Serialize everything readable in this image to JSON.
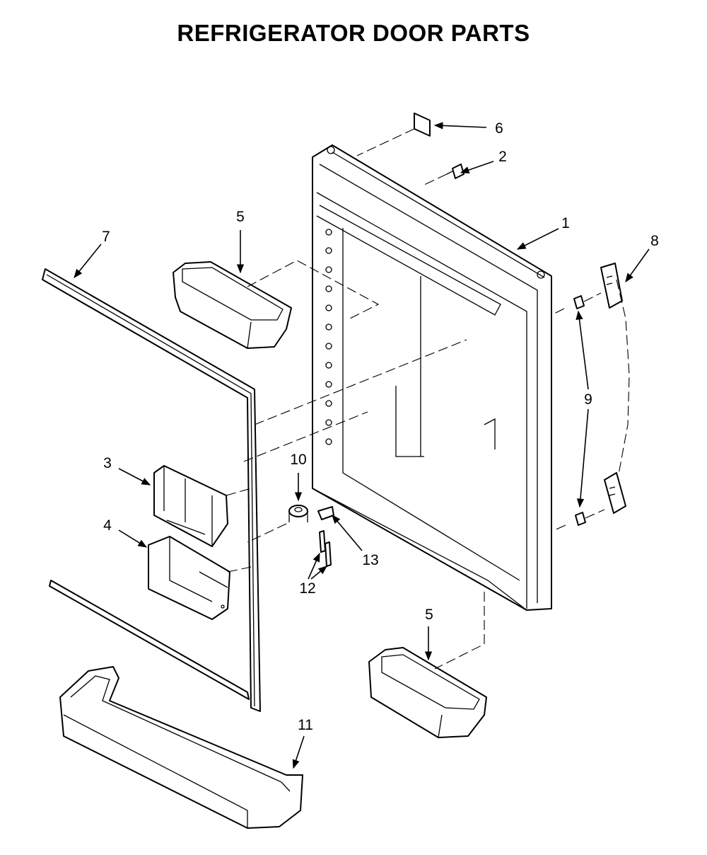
{
  "title": "REFRIGERATOR DOOR PARTS",
  "callouts": [
    {
      "id": "c1",
      "text": "1"
    },
    {
      "id": "c2",
      "text": "2"
    },
    {
      "id": "c3",
      "text": "3"
    },
    {
      "id": "c4",
      "text": "4"
    },
    {
      "id": "c5a",
      "text": "5"
    },
    {
      "id": "c5b",
      "text": "5"
    },
    {
      "id": "c6",
      "text": "6"
    },
    {
      "id": "c7",
      "text": "7"
    },
    {
      "id": "c8",
      "text": "8"
    },
    {
      "id": "c9",
      "text": "9"
    },
    {
      "id": "c10",
      "text": "10"
    },
    {
      "id": "c11",
      "text": "11"
    },
    {
      "id": "c12",
      "text": "12"
    },
    {
      "id": "c13",
      "text": "13"
    }
  ]
}
